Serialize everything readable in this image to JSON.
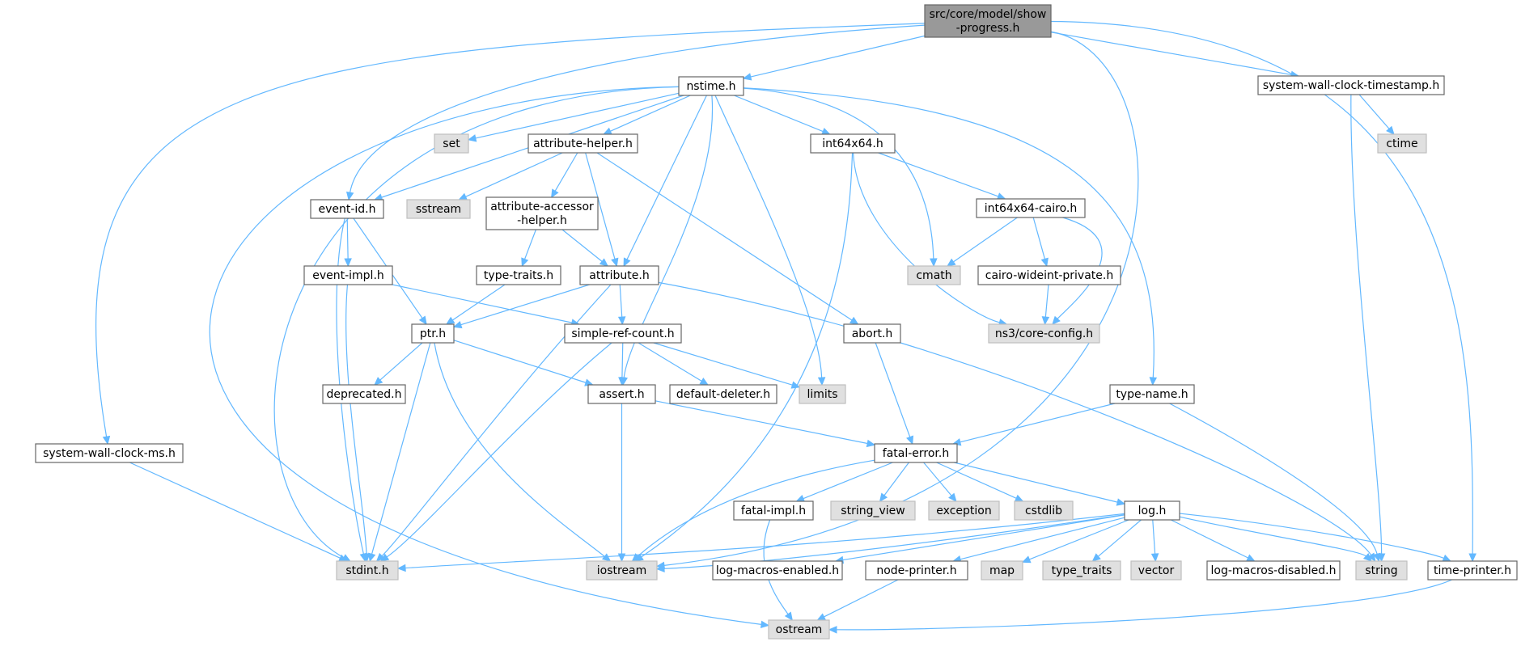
{
  "diagram": {
    "title": "",
    "colors": {
      "edge": "#63b8ff",
      "focus_fill": "#999999",
      "node_fill": "#ffffff",
      "external_fill": "#e0e0e0",
      "border": "#666666",
      "text": "#000000"
    },
    "nodes": [
      {
        "id": "show-progress",
        "lines": [
          "src/core/model/show",
          "-progress.h"
        ],
        "kind": "focus"
      },
      {
        "id": "nstime",
        "lines": [
          "nstime.h"
        ],
        "kind": "local"
      },
      {
        "id": "system-wall-clock-timestamp",
        "lines": [
          "system-wall-clock-timestamp.h"
        ],
        "kind": "local"
      },
      {
        "id": "set",
        "lines": [
          "set"
        ],
        "kind": "external"
      },
      {
        "id": "attribute-helper",
        "lines": [
          "attribute-helper.h"
        ],
        "kind": "local"
      },
      {
        "id": "int64x64",
        "lines": [
          "int64x64.h"
        ],
        "kind": "local"
      },
      {
        "id": "ctime",
        "lines": [
          "ctime"
        ],
        "kind": "external"
      },
      {
        "id": "event-id",
        "lines": [
          "event-id.h"
        ],
        "kind": "local"
      },
      {
        "id": "sstream",
        "lines": [
          "sstream"
        ],
        "kind": "external"
      },
      {
        "id": "attribute-accessor-helper",
        "lines": [
          "attribute-accessor",
          "-helper.h"
        ],
        "kind": "local"
      },
      {
        "id": "int64x64-cairo",
        "lines": [
          "int64x64-cairo.h"
        ],
        "kind": "local"
      },
      {
        "id": "event-impl",
        "lines": [
          "event-impl.h"
        ],
        "kind": "local"
      },
      {
        "id": "type-traits",
        "lines": [
          "type-traits.h"
        ],
        "kind": "local"
      },
      {
        "id": "attribute",
        "lines": [
          "attribute.h"
        ],
        "kind": "local"
      },
      {
        "id": "cmath",
        "lines": [
          "cmath"
        ],
        "kind": "external"
      },
      {
        "id": "cairo-wideint-private",
        "lines": [
          "cairo-wideint-private.h"
        ],
        "kind": "local"
      },
      {
        "id": "ptr",
        "lines": [
          "ptr.h"
        ],
        "kind": "local"
      },
      {
        "id": "simple-ref-count",
        "lines": [
          "simple-ref-count.h"
        ],
        "kind": "local"
      },
      {
        "id": "abort",
        "lines": [
          "abort.h"
        ],
        "kind": "local"
      },
      {
        "id": "core-config",
        "lines": [
          "ns3/core-config.h"
        ],
        "kind": "external"
      },
      {
        "id": "deprecated",
        "lines": [
          "deprecated.h"
        ],
        "kind": "local"
      },
      {
        "id": "assert",
        "lines": [
          "assert.h"
        ],
        "kind": "local"
      },
      {
        "id": "default-deleter",
        "lines": [
          "default-deleter.h"
        ],
        "kind": "local"
      },
      {
        "id": "limits",
        "lines": [
          "limits"
        ],
        "kind": "external"
      },
      {
        "id": "type-name",
        "lines": [
          "type-name.h"
        ],
        "kind": "local"
      },
      {
        "id": "system-wall-clock-ms",
        "lines": [
          "system-wall-clock-ms.h"
        ],
        "kind": "local"
      },
      {
        "id": "fatal-error",
        "lines": [
          "fatal-error.h"
        ],
        "kind": "local"
      },
      {
        "id": "fatal-impl",
        "lines": [
          "fatal-impl.h"
        ],
        "kind": "local"
      },
      {
        "id": "string_view",
        "lines": [
          "string_view"
        ],
        "kind": "external"
      },
      {
        "id": "exception",
        "lines": [
          "exception"
        ],
        "kind": "external"
      },
      {
        "id": "cstdlib",
        "lines": [
          "cstdlib"
        ],
        "kind": "external"
      },
      {
        "id": "log",
        "lines": [
          "log.h"
        ],
        "kind": "local"
      },
      {
        "id": "stdint",
        "lines": [
          "stdint.h"
        ],
        "kind": "external"
      },
      {
        "id": "iostream",
        "lines": [
          "iostream"
        ],
        "kind": "external"
      },
      {
        "id": "log-macros-enabled",
        "lines": [
          "log-macros-enabled.h"
        ],
        "kind": "local"
      },
      {
        "id": "node-printer",
        "lines": [
          "node-printer.h"
        ],
        "kind": "local"
      },
      {
        "id": "map",
        "lines": [
          "map"
        ],
        "kind": "external"
      },
      {
        "id": "type_traits",
        "lines": [
          "type_traits"
        ],
        "kind": "external"
      },
      {
        "id": "vector",
        "lines": [
          "vector"
        ],
        "kind": "external"
      },
      {
        "id": "log-macros-disabled",
        "lines": [
          "log-macros-disabled.h"
        ],
        "kind": "local"
      },
      {
        "id": "string",
        "lines": [
          "string"
        ],
        "kind": "external"
      },
      {
        "id": "time-printer",
        "lines": [
          "time-printer.h"
        ],
        "kind": "local"
      },
      {
        "id": "ostream",
        "lines": [
          "ostream"
        ],
        "kind": "external"
      }
    ],
    "edges": [
      [
        "show-progress",
        "nstime"
      ],
      [
        "show-progress",
        "system-wall-clock-timestamp"
      ],
      [
        "show-progress",
        "event-id"
      ],
      [
        "show-progress",
        "system-wall-clock-ms"
      ],
      [
        "show-progress",
        "iostream"
      ],
      [
        "show-progress",
        "time-printer"
      ],
      [
        "nstime",
        "set"
      ],
      [
        "nstime",
        "attribute-helper"
      ],
      [
        "nstime",
        "int64x64"
      ],
      [
        "nstime",
        "event-id"
      ],
      [
        "nstime",
        "attribute"
      ],
      [
        "nstime",
        "cmath"
      ],
      [
        "nstime",
        "assert"
      ],
      [
        "nstime",
        "limits"
      ],
      [
        "nstime",
        "type-name"
      ],
      [
        "nstime",
        "stdint"
      ],
      [
        "nstime",
        "ostream"
      ],
      [
        "system-wall-clock-timestamp",
        "ctime"
      ],
      [
        "system-wall-clock-timestamp",
        "string"
      ],
      [
        "attribute-helper",
        "sstream"
      ],
      [
        "attribute-helper",
        "attribute-accessor-helper"
      ],
      [
        "attribute-helper",
        "attribute"
      ],
      [
        "attribute-helper",
        "abort"
      ],
      [
        "int64x64",
        "int64x64-cairo"
      ],
      [
        "int64x64",
        "core-config"
      ],
      [
        "int64x64",
        "iostream"
      ],
      [
        "int64x64-cairo",
        "cmath"
      ],
      [
        "int64x64-cairo",
        "cairo-wideint-private"
      ],
      [
        "int64x64-cairo",
        "core-config"
      ],
      [
        "cairo-wideint-private",
        "core-config"
      ],
      [
        "event-id",
        "event-impl"
      ],
      [
        "event-id",
        "ptr"
      ],
      [
        "event-id",
        "stdint"
      ],
      [
        "attribute-accessor-helper",
        "type-traits"
      ],
      [
        "attribute-accessor-helper",
        "attribute"
      ],
      [
        "event-impl",
        "simple-ref-count"
      ],
      [
        "event-impl",
        "stdint"
      ],
      [
        "type-traits",
        "ptr"
      ],
      [
        "attribute",
        "ptr"
      ],
      [
        "attribute",
        "simple-ref-count"
      ],
      [
        "attribute",
        "stdint"
      ],
      [
        "attribute",
        "string"
      ],
      [
        "ptr",
        "deprecated"
      ],
      [
        "ptr",
        "assert"
      ],
      [
        "ptr",
        "stdint"
      ],
      [
        "ptr",
        "iostream"
      ],
      [
        "simple-ref-count",
        "assert"
      ],
      [
        "simple-ref-count",
        "default-deleter"
      ],
      [
        "simple-ref-count",
        "limits"
      ],
      [
        "simple-ref-count",
        "stdint"
      ],
      [
        "abort",
        "fatal-error"
      ],
      [
        "assert",
        "fatal-error"
      ],
      [
        "assert",
        "iostream"
      ],
      [
        "type-name",
        "fatal-error"
      ],
      [
        "type-name",
        "string"
      ],
      [
        "system-wall-clock-ms",
        "stdint"
      ],
      [
        "fatal-error",
        "fatal-impl"
      ],
      [
        "fatal-error",
        "string_view"
      ],
      [
        "fatal-error",
        "exception"
      ],
      [
        "fatal-error",
        "cstdlib"
      ],
      [
        "fatal-error",
        "log"
      ],
      [
        "fatal-error",
        "iostream"
      ],
      [
        "fatal-impl",
        "ostream"
      ],
      [
        "log",
        "stdint"
      ],
      [
        "log",
        "iostream"
      ],
      [
        "log",
        "log-macros-enabled"
      ],
      [
        "log",
        "node-printer"
      ],
      [
        "log",
        "map"
      ],
      [
        "log",
        "type_traits"
      ],
      [
        "log",
        "vector"
      ],
      [
        "log",
        "log-macros-disabled"
      ],
      [
        "log",
        "string"
      ],
      [
        "log",
        "time-printer"
      ],
      [
        "node-printer",
        "ostream"
      ],
      [
        "time-printer",
        "ostream"
      ]
    ]
  }
}
